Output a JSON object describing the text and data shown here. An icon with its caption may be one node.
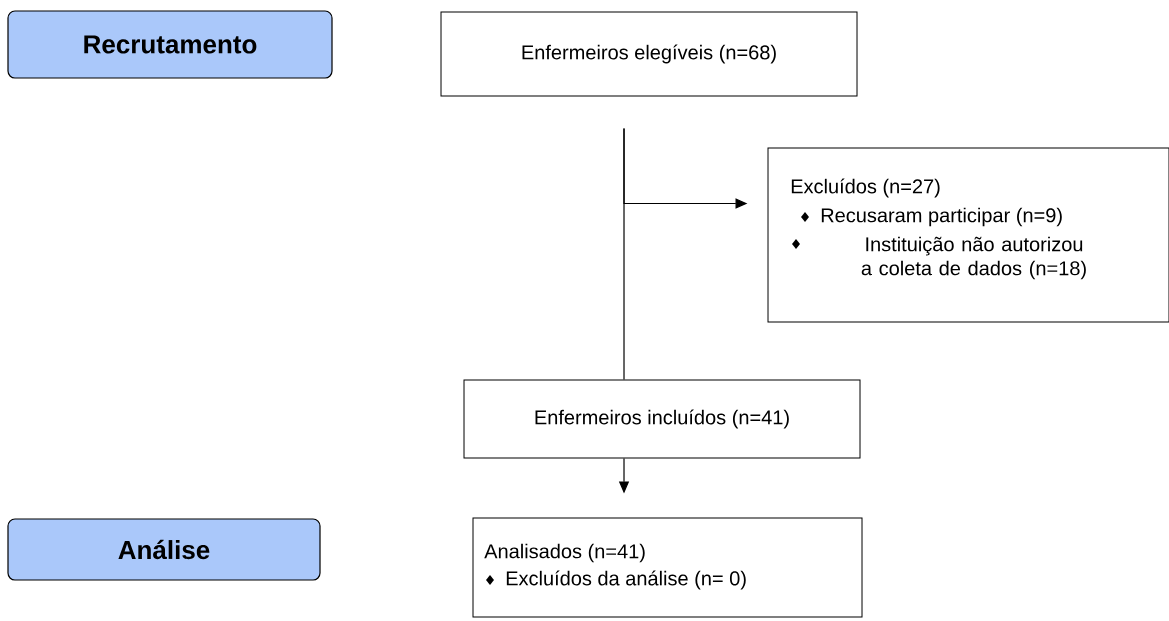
{
  "diagram": {
    "nodes": [
      {
        "text": [
          "Recrutamento"
        ]
      },
      {
        "text": [
          "Enfermeiros elegíveis (n=68)"
        ]
      },
      {
        "text": [
          "Excluídos (n=27)",
          "Recusaram participar (n=9)",
          "Instituição não autorizou a coleta de dados (n=18)"
        ]
      },
      {
        "text": [
          "Enfermeiros incluídos (n=41)"
        ]
      },
      {
        "text": [
          "Análise"
        ]
      },
      {
        "text": [
          "Analisados (n=41)",
          "Excluídos da análise (n= 0)"
        ]
      }
    ],
    "edges": [
      {
        "from": 1,
        "to": 3,
        "arrow": "none"
      },
      {
        "from": 1,
        "to": 2,
        "arrow": "to"
      },
      {
        "from": 3,
        "to": 5,
        "arrow": "to"
      }
    ]
  }
}
